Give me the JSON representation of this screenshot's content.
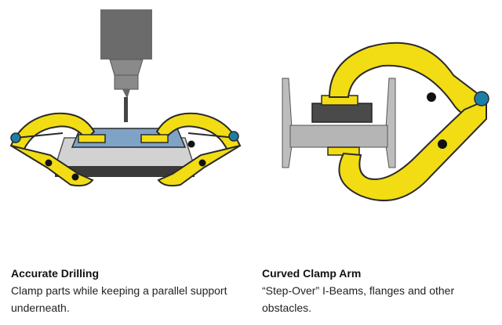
{
  "colors": {
    "clamp_yellow": "#f2dc14",
    "clamp_outline": "#2a2a2a",
    "drill_gray": "#6b6b6b",
    "plate_gray": "#c9c9c9",
    "base_dark": "#3a3a3a",
    "workpiece_blue": "#7fa3c6",
    "pivot_blue": "#1d7fa8",
    "beam_gray": "#b5b5b5",
    "block_dark": "#4a4a4a"
  },
  "features": [
    {
      "title": "Accurate Drilling",
      "description": "Clamp parts while keeping a parallel support underneath.",
      "icon": "drill-clamp-illustration"
    },
    {
      "title": "Curved Clamp Arm",
      "description": "“Step-Over” I-Beams, flanges and other obstacles.",
      "icon": "i-beam-clamp-illustration"
    }
  ]
}
